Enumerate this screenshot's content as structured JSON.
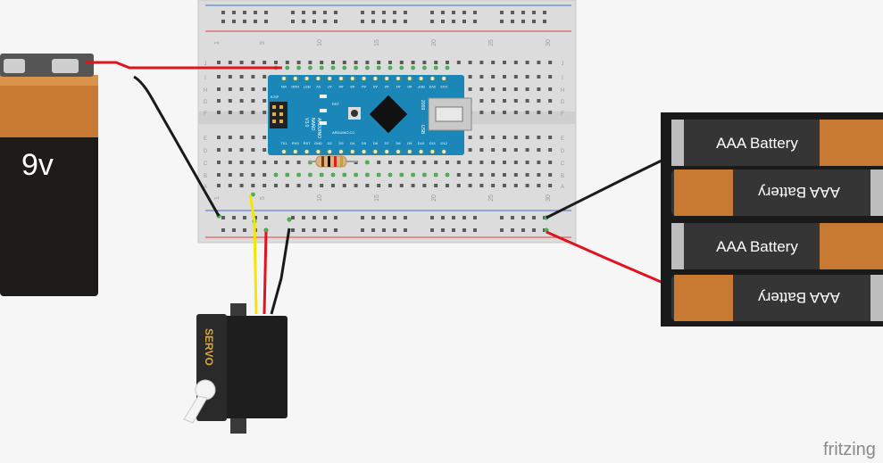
{
  "battery_9v": {
    "label": "9v"
  },
  "battery_pack": {
    "cells": [
      {
        "label": "AAA Battery",
        "orientation": "normal"
      },
      {
        "label": "AAA Battery",
        "orientation": "flipped"
      },
      {
        "label": "AAA Battery",
        "orientation": "normal"
      },
      {
        "label": "AAA Battery",
        "orientation": "flipped"
      }
    ]
  },
  "servo": {
    "label": "SERVO"
  },
  "arduino": {
    "name_lines": [
      "ARDUINO",
      "NANO",
      "V3.0"
    ],
    "brand": "ARDUINO.CC",
    "year": "2009",
    "usb_label": "USB",
    "icsp_label": "ICSP",
    "rst_label": "RST",
    "top_pins": [
      "VIN",
      "GND",
      "RST",
      "5V",
      "A7",
      "A6",
      "A5",
      "A4",
      "A3",
      "A2",
      "A1",
      "A0",
      "REF",
      "3V3",
      "D13"
    ],
    "bottom_pins": [
      "TX1",
      "RX0",
      "RST",
      "GND",
      "D2",
      "D3",
      "D4",
      "D5",
      "D6",
      "D7",
      "D8",
      "D9",
      "D10",
      "D11",
      "D12"
    ]
  },
  "breadboard": {
    "column_numbers": [
      "1",
      "5",
      "10",
      "15",
      "20",
      "25",
      "30"
    ],
    "row_letters_top": [
      "J",
      "I",
      "H",
      "G",
      "F"
    ],
    "row_letters_bottom": [
      "E",
      "D",
      "C",
      "B",
      "A"
    ]
  },
  "wire_colors": {
    "red": "#e0141e",
    "black": "#1a1a1a",
    "yellow": "#f5e600"
  },
  "watermark": "fritzing"
}
